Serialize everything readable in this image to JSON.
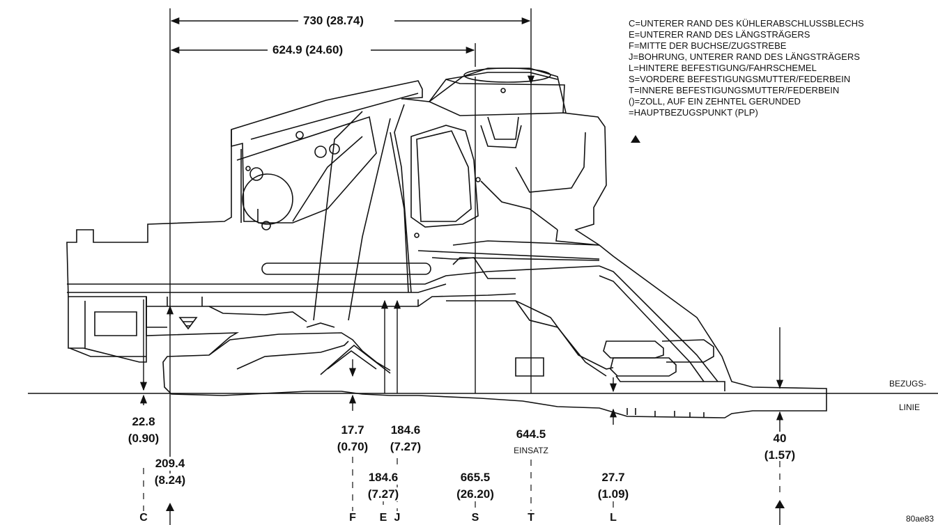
{
  "legend": {
    "items": [
      "C=UNTERER RAND DES KÜHLERABSCHLUSSBLECHS",
      "E=UNTERER RAND DES LÄNGSTRÄGERS",
      "F=MITTE DER BUCHSE/ZUGSTREBE",
      "J=BOHRUNG, UNTERER RAND DES LÄNGSTRÄGERS",
      "L=HINTERE BEFESTIGUNG/FAHRSCHEMEL",
      "S=VORDERE BEFESTIGUNGSMUTTER/FEDERBEIN",
      "T=INNERE BEFESTIGUNGSMUTTER/FEDERBEIN",
      "()=ZOLL, AUF EIN ZEHNTEL GERUNDED",
      "=HAUPTBEZUGSPUNKT (PLP)"
    ]
  },
  "reference_line": {
    "line1": "BEZUGS-",
    "line2": "LINIE"
  },
  "top_dimensions": {
    "d730": "730 (28.74)",
    "d6249": "624.9 (24.60)"
  },
  "dimensions": {
    "c_val": "22.8",
    "c_in": "(0.90)",
    "p209_val": "209.4",
    "p209_in": "(8.24)",
    "f_val": "17.7",
    "f_in": "(0.70)",
    "j_val": "184.6",
    "j_in": "(7.27)",
    "e_val": "184.6",
    "e_in": "(7.27)",
    "s_val": "665.5",
    "s_in": "(26.20)",
    "t_val": "644.5",
    "t_note": "EINSATZ",
    "l_val": "27.7",
    "l_in": "(1.09)",
    "r40_val": "40",
    "r40_in": "(1.57)"
  },
  "points": {
    "c": "C",
    "f": "F",
    "e": "E",
    "j": "J",
    "s": "S",
    "t": "T",
    "l": "L"
  },
  "figure_id": "80ae83"
}
